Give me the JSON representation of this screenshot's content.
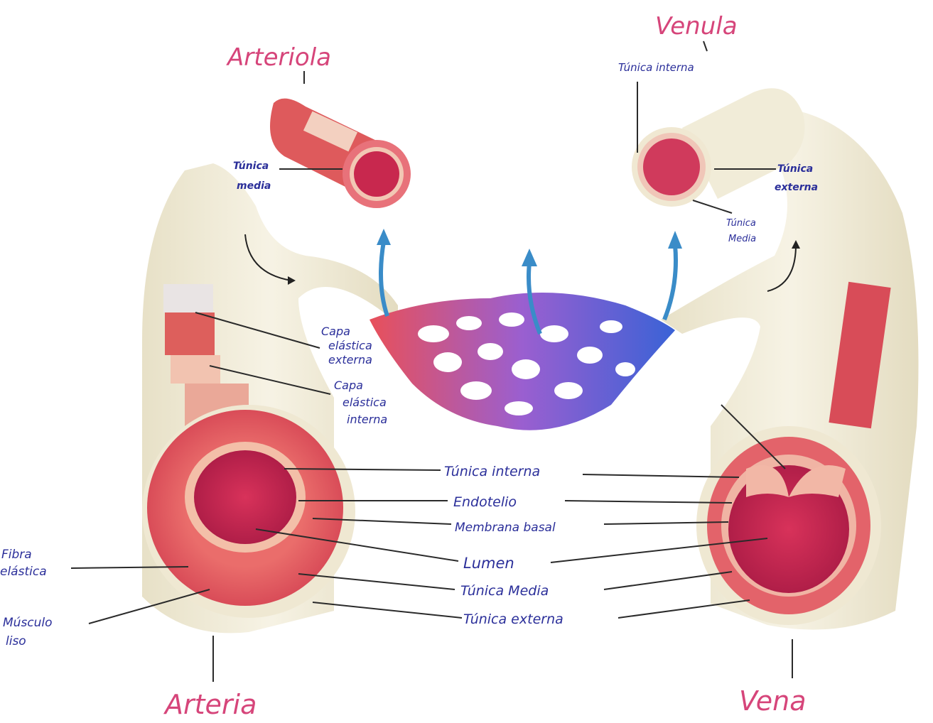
{
  "labels": {
    "arteriola": "Arteriola",
    "venula": "Venula",
    "arteria": "Arteria",
    "vena": "Vena",
    "tunica_interna_top": "Túnica interna",
    "tunica_media_arteriola_1": "Túnica",
    "tunica_media_arteriola_2": "media",
    "tunica_externa_venula_1": "Túnica",
    "tunica_externa_venula_2": "externa",
    "tunica_media_venula_1": "Túnica",
    "tunica_media_venula_2": "Media",
    "capa_elastica_externa_1": "Capa",
    "capa_elastica_externa_2": "elástica",
    "capa_elastica_externa_3": "externa",
    "capa_elastica_interna_1": "Capa",
    "capa_elastica_interna_2": "elástica",
    "capa_elastica_interna_3": "interna",
    "tunica_interna": "Túnica interna",
    "endotelio": "Endotelio",
    "membrana_basal": "Membrana basal",
    "lumen": "Lumen",
    "tunica_media": "Túnica Media",
    "tunica_externa": "Túnica externa",
    "fibra_elastica_1": "Fibra",
    "fibra_elastica_2": "elástica",
    "musculo_liso_1": "Músculo",
    "musculo_liso_2": "liso"
  },
  "colors": {
    "handwriting_pink": "#d6457a",
    "handwriting_blue": "#2b2f9a",
    "vessel_wall": "#efe9d6",
    "artery_red": "#e0525e",
    "vein_blue": "#3b5fd0",
    "capillary_purple": "#8a5ac8"
  }
}
